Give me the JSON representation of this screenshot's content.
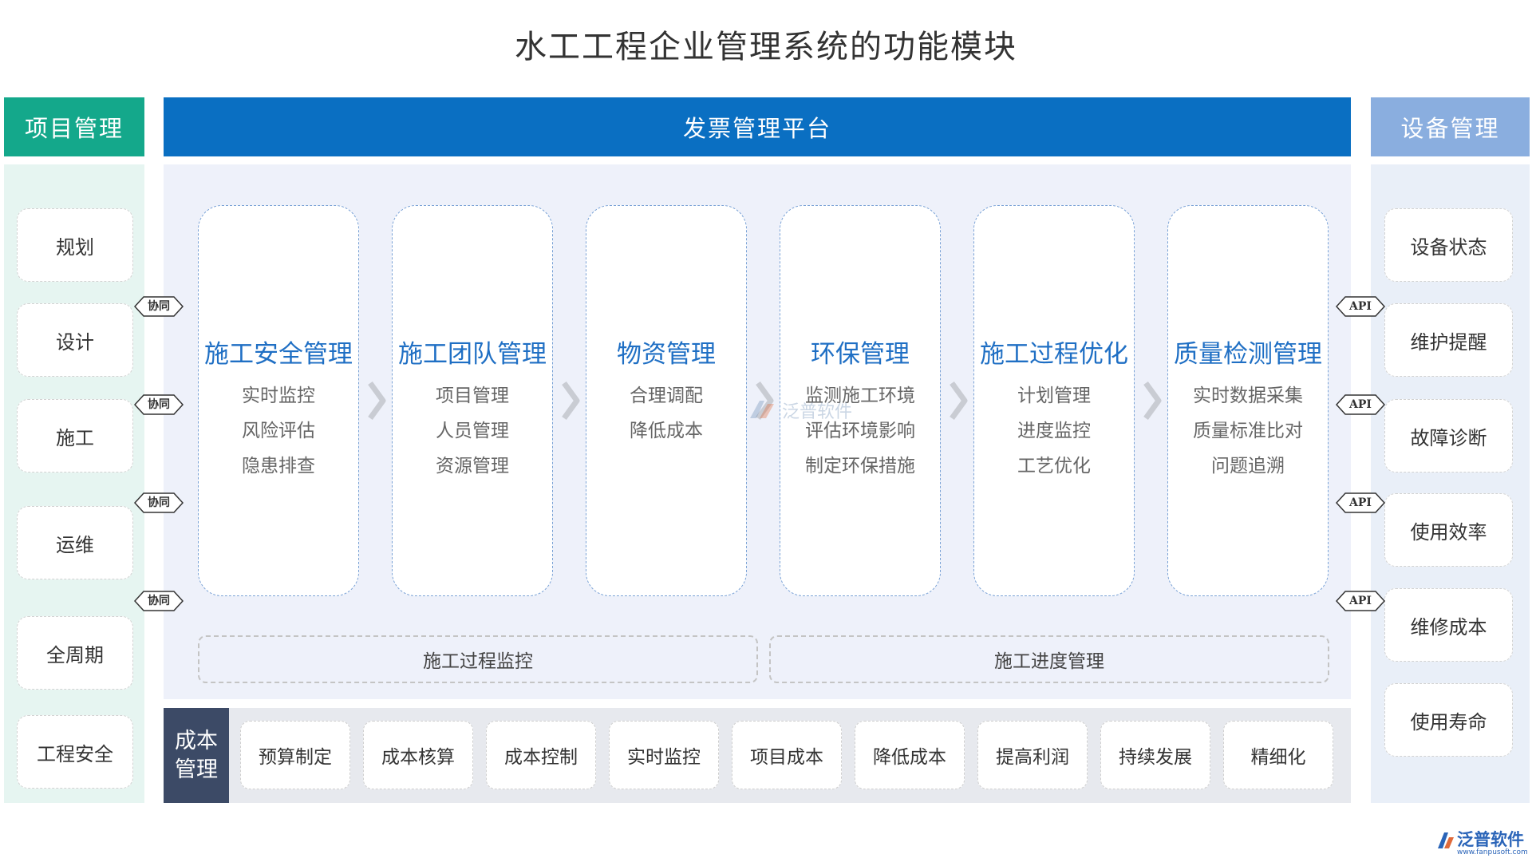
{
  "title": "水工工程企业管理系统的功能模块",
  "left_column": {
    "header": "项目管理",
    "items": [
      "规划",
      "设计",
      "施工",
      "运维",
      "全周期",
      "工程安全"
    ]
  },
  "center": {
    "header": "发票管理平台",
    "modules": [
      {
        "title": "施工安全管理",
        "items": [
          "实时监控",
          "风险评估",
          "隐患排查"
        ]
      },
      {
        "title": "施工团队管理",
        "items": [
          "项目管理",
          "人员管理",
          "资源管理"
        ]
      },
      {
        "title": "物资管理",
        "items": [
          "合理调配",
          "降低成本"
        ]
      },
      {
        "title": "环保管理",
        "items": [
          "监测施工环境",
          "评估环境影响",
          "制定环保措施"
        ]
      },
      {
        "title": "施工过程优化",
        "items": [
          "计划管理",
          "进度监控",
          "工艺优化"
        ]
      },
      {
        "title": "质量检测管理",
        "items": [
          "实时数据采集",
          "质量标准比对",
          "问题追溯"
        ]
      }
    ],
    "bottom": [
      "施工过程监控",
      "施工进度管理"
    ]
  },
  "right_column": {
    "header": "设备管理",
    "items": [
      "设备状态",
      "维护提醒",
      "故障诊断",
      "使用效率",
      "维修成本",
      "使用寿命"
    ]
  },
  "cost": {
    "label_line1": "成本",
    "label_line2": "管理",
    "items": [
      "预算制定",
      "成本核算",
      "成本控制",
      "实时监控",
      "项目成本",
      "降低成本",
      "提高利润",
      "持续发展",
      "精细化"
    ]
  },
  "connectors": {
    "left_label": "协同",
    "right_label": "API"
  },
  "watermark": "泛普软件",
  "logo": {
    "name": "泛普软件",
    "url": "www.fanpusoft.com"
  },
  "colors": {
    "project_header": "#14a88b",
    "platform_header": "#0a6fc2",
    "device_header": "#8aaedf",
    "module_title": "#1f6fc4",
    "cost_label": "#3c4a66"
  }
}
